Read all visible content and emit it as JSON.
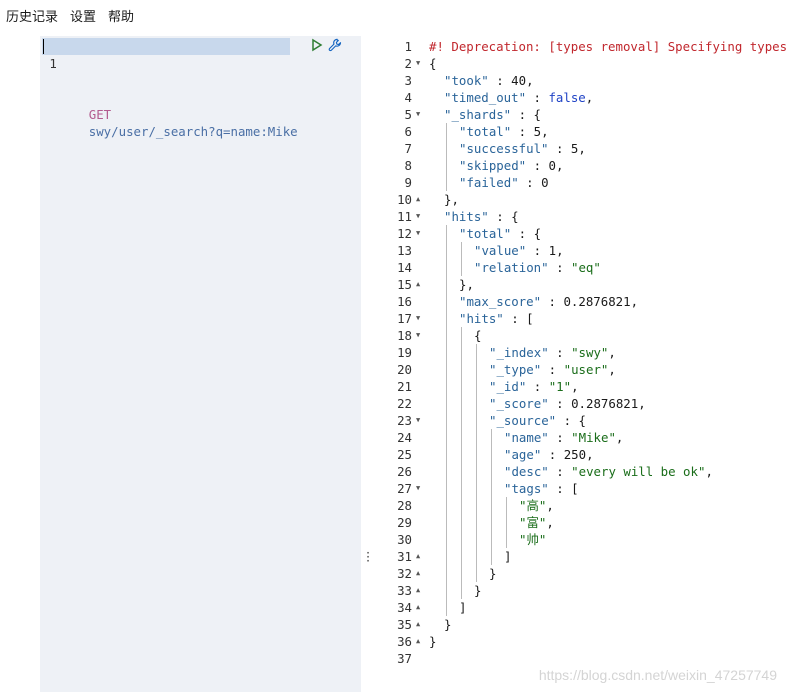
{
  "menu": {
    "history": "历史记录",
    "settings": "设置",
    "help": "帮助"
  },
  "request": {
    "line_number": "1",
    "method": "GET",
    "url": "swy/user/_search?q=name:Mike",
    "run_icon": "play-icon",
    "options_icon": "wrench-icon"
  },
  "response": {
    "lines": [
      {
        "n": "1",
        "fold": "",
        "indent": 0,
        "tokens": [
          [
            "comment",
            "#! Deprecation: [types removal] Specifying types in search requests is deprecated."
          ]
        ]
      },
      {
        "n": "2",
        "fold": "down",
        "indent": 0,
        "tokens": [
          [
            "punc",
            "{"
          ]
        ]
      },
      {
        "n": "3",
        "fold": "",
        "indent": 1,
        "tokens": [
          [
            "key",
            "\"took\""
          ],
          [
            "punc",
            " : "
          ],
          [
            "num",
            "40"
          ],
          [
            "punc",
            ","
          ]
        ]
      },
      {
        "n": "4",
        "fold": "",
        "indent": 1,
        "tokens": [
          [
            "key",
            "\"timed_out\""
          ],
          [
            "punc",
            " : "
          ],
          [
            "bool",
            "false"
          ],
          [
            "punc",
            ","
          ]
        ]
      },
      {
        "n": "5",
        "fold": "down",
        "indent": 1,
        "tokens": [
          [
            "key",
            "\"_shards\""
          ],
          [
            "punc",
            " : {"
          ]
        ]
      },
      {
        "n": "6",
        "fold": "",
        "indent": 2,
        "tokens": [
          [
            "key",
            "\"total\""
          ],
          [
            "punc",
            " : "
          ],
          [
            "num",
            "5"
          ],
          [
            "punc",
            ","
          ]
        ]
      },
      {
        "n": "7",
        "fold": "",
        "indent": 2,
        "tokens": [
          [
            "key",
            "\"successful\""
          ],
          [
            "punc",
            " : "
          ],
          [
            "num",
            "5"
          ],
          [
            "punc",
            ","
          ]
        ]
      },
      {
        "n": "8",
        "fold": "",
        "indent": 2,
        "tokens": [
          [
            "key",
            "\"skipped\""
          ],
          [
            "punc",
            " : "
          ],
          [
            "num",
            "0"
          ],
          [
            "punc",
            ","
          ]
        ]
      },
      {
        "n": "9",
        "fold": "",
        "indent": 2,
        "tokens": [
          [
            "key",
            "\"failed\""
          ],
          [
            "punc",
            " : "
          ],
          [
            "num",
            "0"
          ]
        ]
      },
      {
        "n": "10",
        "fold": "up",
        "indent": 1,
        "tokens": [
          [
            "punc",
            "},"
          ]
        ]
      },
      {
        "n": "11",
        "fold": "down",
        "indent": 1,
        "tokens": [
          [
            "key",
            "\"hits\""
          ],
          [
            "punc",
            " : {"
          ]
        ]
      },
      {
        "n": "12",
        "fold": "down",
        "indent": 2,
        "tokens": [
          [
            "key",
            "\"total\""
          ],
          [
            "punc",
            " : {"
          ]
        ]
      },
      {
        "n": "13",
        "fold": "",
        "indent": 3,
        "tokens": [
          [
            "key",
            "\"value\""
          ],
          [
            "punc",
            " : "
          ],
          [
            "num",
            "1"
          ],
          [
            "punc",
            ","
          ]
        ]
      },
      {
        "n": "14",
        "fold": "",
        "indent": 3,
        "tokens": [
          [
            "key",
            "\"relation\""
          ],
          [
            "punc",
            " : "
          ],
          [
            "str",
            "\"eq\""
          ]
        ]
      },
      {
        "n": "15",
        "fold": "up",
        "indent": 2,
        "tokens": [
          [
            "punc",
            "},"
          ]
        ]
      },
      {
        "n": "16",
        "fold": "",
        "indent": 2,
        "tokens": [
          [
            "key",
            "\"max_score\""
          ],
          [
            "punc",
            " : "
          ],
          [
            "num",
            "0.2876821"
          ],
          [
            "punc",
            ","
          ]
        ]
      },
      {
        "n": "17",
        "fold": "down",
        "indent": 2,
        "tokens": [
          [
            "key",
            "\"hits\""
          ],
          [
            "punc",
            " : ["
          ]
        ]
      },
      {
        "n": "18",
        "fold": "down",
        "indent": 3,
        "tokens": [
          [
            "punc",
            "{"
          ]
        ]
      },
      {
        "n": "19",
        "fold": "",
        "indent": 4,
        "tokens": [
          [
            "key",
            "\"_index\""
          ],
          [
            "punc",
            " : "
          ],
          [
            "str",
            "\"swy\""
          ],
          [
            "punc",
            ","
          ]
        ]
      },
      {
        "n": "20",
        "fold": "",
        "indent": 4,
        "tokens": [
          [
            "key",
            "\"_type\""
          ],
          [
            "punc",
            " : "
          ],
          [
            "str",
            "\"user\""
          ],
          [
            "punc",
            ","
          ]
        ]
      },
      {
        "n": "21",
        "fold": "",
        "indent": 4,
        "tokens": [
          [
            "key",
            "\"_id\""
          ],
          [
            "punc",
            " : "
          ],
          [
            "str",
            "\"1\""
          ],
          [
            "punc",
            ","
          ]
        ]
      },
      {
        "n": "22",
        "fold": "",
        "indent": 4,
        "tokens": [
          [
            "key",
            "\"_score\""
          ],
          [
            "punc",
            " : "
          ],
          [
            "num",
            "0.2876821"
          ],
          [
            "punc",
            ","
          ]
        ]
      },
      {
        "n": "23",
        "fold": "down",
        "indent": 4,
        "tokens": [
          [
            "key",
            "\"_source\""
          ],
          [
            "punc",
            " : {"
          ]
        ]
      },
      {
        "n": "24",
        "fold": "",
        "indent": 5,
        "tokens": [
          [
            "key",
            "\"name\""
          ],
          [
            "punc",
            " : "
          ],
          [
            "str",
            "\"Mike\""
          ],
          [
            "punc",
            ","
          ]
        ]
      },
      {
        "n": "25",
        "fold": "",
        "indent": 5,
        "tokens": [
          [
            "key",
            "\"age\""
          ],
          [
            "punc",
            " : "
          ],
          [
            "num",
            "250"
          ],
          [
            "punc",
            ","
          ]
        ]
      },
      {
        "n": "26",
        "fold": "",
        "indent": 5,
        "tokens": [
          [
            "key",
            "\"desc\""
          ],
          [
            "punc",
            " : "
          ],
          [
            "str",
            "\"every will be ok\""
          ],
          [
            "punc",
            ","
          ]
        ]
      },
      {
        "n": "27",
        "fold": "down",
        "indent": 5,
        "tokens": [
          [
            "key",
            "\"tags\""
          ],
          [
            "punc",
            " : ["
          ]
        ]
      },
      {
        "n": "28",
        "fold": "",
        "indent": 6,
        "tokens": [
          [
            "str",
            "\"高\""
          ],
          [
            "punc",
            ","
          ]
        ]
      },
      {
        "n": "29",
        "fold": "",
        "indent": 6,
        "tokens": [
          [
            "str",
            "\"富\""
          ],
          [
            "punc",
            ","
          ]
        ]
      },
      {
        "n": "30",
        "fold": "",
        "indent": 6,
        "tokens": [
          [
            "str",
            "\"帅\""
          ]
        ]
      },
      {
        "n": "31",
        "fold": "up",
        "indent": 5,
        "tokens": [
          [
            "punc",
            "]"
          ]
        ]
      },
      {
        "n": "32",
        "fold": "up",
        "indent": 4,
        "tokens": [
          [
            "punc",
            "}"
          ]
        ]
      },
      {
        "n": "33",
        "fold": "up",
        "indent": 3,
        "tokens": [
          [
            "punc",
            "}"
          ]
        ]
      },
      {
        "n": "34",
        "fold": "up",
        "indent": 2,
        "tokens": [
          [
            "punc",
            "]"
          ]
        ]
      },
      {
        "n": "35",
        "fold": "up",
        "indent": 1,
        "tokens": [
          [
            "punc",
            "}"
          ]
        ]
      },
      {
        "n": "36",
        "fold": "up",
        "indent": 0,
        "tokens": [
          [
            "punc",
            "}"
          ]
        ]
      },
      {
        "n": "37",
        "fold": "",
        "indent": 0,
        "tokens": []
      }
    ]
  },
  "resizer_icon": "vertical-dots-icon",
  "watermark": "https://blog.csdn.net/weixin_47257749"
}
